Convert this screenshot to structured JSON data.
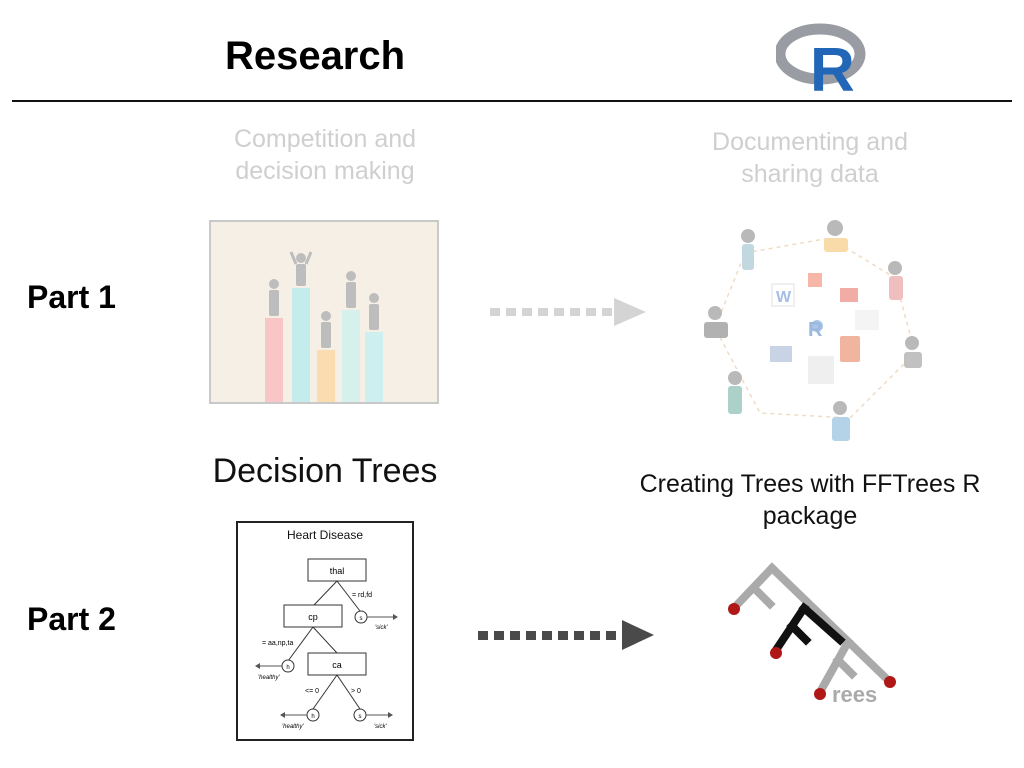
{
  "header": {
    "title": "Research",
    "logo_letter": "R"
  },
  "part1": {
    "label": "Part 1",
    "left_caption_line1": "Competition and",
    "left_caption_line2": "decision making",
    "right_caption_line1": "Documenting and",
    "right_caption_line2": "sharing data",
    "collage_center_letter": "R",
    "collage_word_letter": "W"
  },
  "part2": {
    "label": "Part 2",
    "left_caption": "Decision Trees",
    "right_caption_line1": "Creating Trees with FFTrees R",
    "right_caption_line2": "package",
    "logo_text": "rees"
  },
  "tree": {
    "title": "Heart Disease",
    "root": "thal",
    "root_edge": "= rd,fd",
    "root_leaf": "s",
    "root_leaf_label": "'sick'",
    "node2": "cp",
    "node2_edge": "= aa,np,ta",
    "node2_leaf": "h",
    "node2_leaf_label": "'healthy'",
    "node3": "ca",
    "node3_left_edge": "<= 0",
    "node3_right_edge": "> 0",
    "leaf_h": "h",
    "leaf_h_label": "'healthy'",
    "leaf_s": "s",
    "leaf_s_label": "'sick'"
  },
  "colors": {
    "r_logo_blue": "#2266b8",
    "arrow_faded": "#d4d4d4",
    "arrow_dark": "#4a4a4a",
    "fftrees_red": "#b01818"
  }
}
